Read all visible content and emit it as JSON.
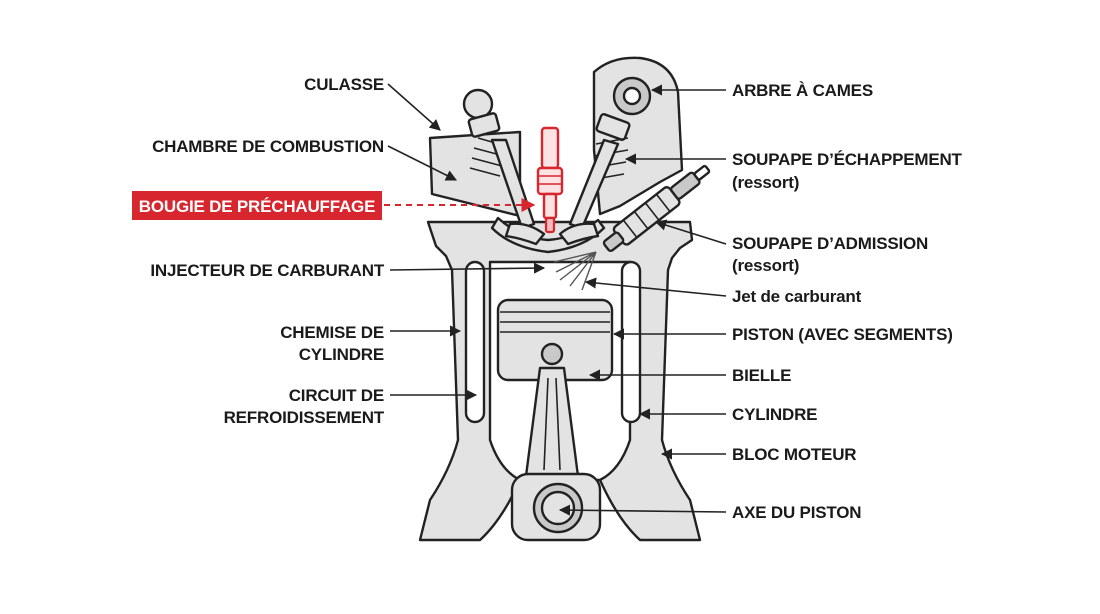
{
  "diagram": {
    "colors": {
      "highlight": "#d8262e",
      "ink": "#1a1a1a",
      "metal": "#e3e3e3"
    },
    "labels": {
      "culasse": "CULASSE",
      "chambre": "CHAMBRE DE COMBUSTION",
      "bougie": "BOUGIE DE PRÉCHAUFFAGE",
      "injecteur": "INJECTEUR DE CARBURANT",
      "chemise_line1": "CHEMISE DE",
      "chemise_line2": "CYLINDRE",
      "circuit_line1": "CIRCUIT DE",
      "circuit_line2": "REFROIDISSEMENT",
      "arbre": "ARBRE À CAMES",
      "soupape_echap_line1": "SOUPAPE D’ÉCHAPPEMENT",
      "soupape_echap_line2": "(ressort)",
      "soupape_adm_line1": "SOUPAPE D’ADMISSION",
      "soupape_adm_line2": "(ressort)",
      "jet": "Jet de carburant",
      "piston": "PISTON (AVEC SEGMENTS)",
      "bielle": "BIELLE",
      "cylindre": "CYLINDRE",
      "bloc": "BLOC MOTEUR",
      "axe": "AXE DU PISTON"
    }
  }
}
